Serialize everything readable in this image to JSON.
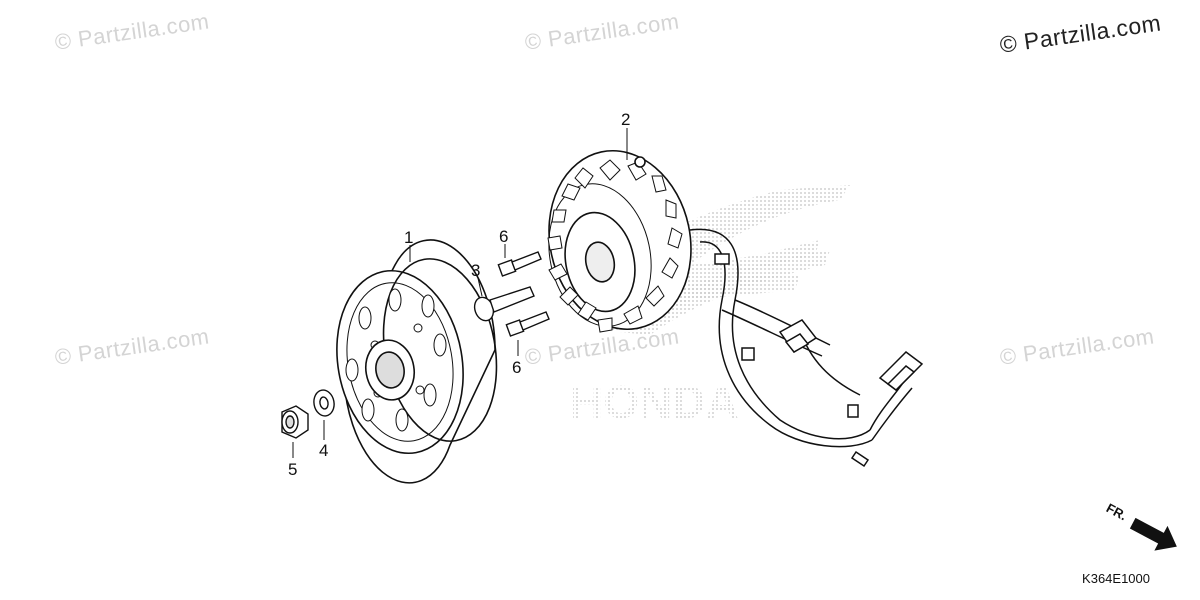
{
  "watermarks": {
    "top_left": "© Partzilla.com",
    "top_center": "© Partzilla.com",
    "top_right": "© Partzilla.com",
    "mid_left": "© Partzilla.com",
    "mid_center": "© Partzilla.com",
    "mid_right": "© Partzilla.com"
  },
  "background_logo_text": "HONDA",
  "callouts": {
    "flywheel": "1",
    "stator": "2",
    "flange_bolt": "3",
    "washer": "4",
    "nut": "5",
    "bolt_upper": "6",
    "bolt_lower": "6"
  },
  "direction_label": "FR.",
  "diagram_code": "K364E1000",
  "colors": {
    "line": "#111111",
    "watermark": "#d4d4d4",
    "logo_dots": "#bdbdbd"
  }
}
